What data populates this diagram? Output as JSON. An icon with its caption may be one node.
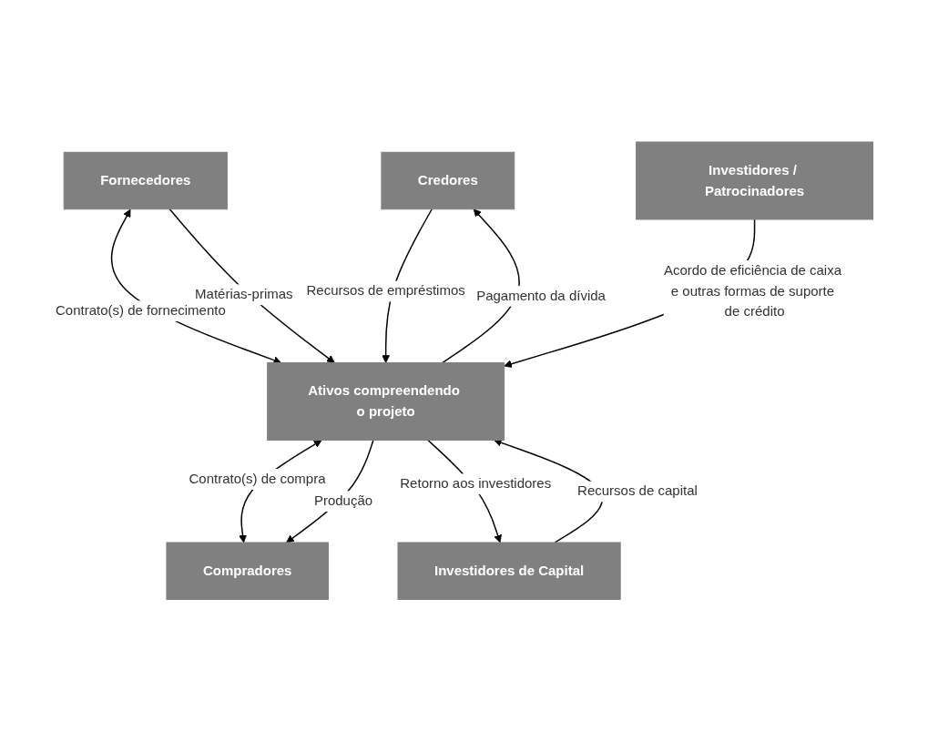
{
  "diagram": {
    "nodes": [
      {
        "text": [
          "Credores"
        ]
      },
      {
        "text": [
          "Fornecedores"
        ]
      },
      {
        "text": [
          "Ativos compreendendo o projeto"
        ]
      },
      {
        "text": [
          "Compradores"
        ]
      },
      {
        "text": [
          "Investidores de Capital"
        ]
      },
      {
        "text": [
          "Investidores / Patrocinadores"
        ]
      }
    ],
    "edges": [
      {
        "from": 0,
        "to": 2,
        "arrow": "to",
        "label": "Recursos de empréstimos"
      },
      {
        "from": 2,
        "to": 0,
        "arrow": "to",
        "label": "Pagamento da dívida"
      },
      {
        "from": 1,
        "to": 2,
        "arrow": "both",
        "label": "Contrato(s) de fornecimento"
      },
      {
        "from": 1,
        "to": 2,
        "arrow": "to",
        "label": "Matérias-primas"
      },
      {
        "from": 2,
        "to": 3,
        "arrow": "both",
        "label": "Contrato(s) de compra"
      },
      {
        "from": 2,
        "to": 3,
        "arrow": "to",
        "label": "Produção"
      },
      {
        "from": 4,
        "to": 2,
        "arrow": "to",
        "label": "Recursos de capital"
      },
      {
        "from": 2,
        "to": 4,
        "arrow": "to",
        "label": "Retorno aos investidores"
      },
      {
        "from": 5,
        "to": 2,
        "arrow": "to",
        "label": "Acordo de eficiência de caixa e outras formas de suporte de crédito"
      }
    ]
  }
}
